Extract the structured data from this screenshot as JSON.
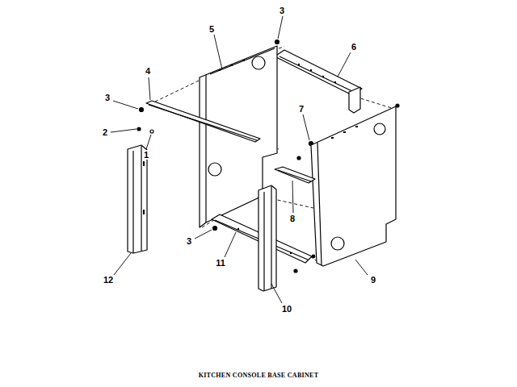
{
  "diagram": {
    "caption": "KITCHEN CONSOLE BASE CABINET",
    "labels": [
      "3",
      "5",
      "6",
      "4",
      "3",
      "7",
      "2",
      "1",
      "8",
      "3",
      "11",
      "9",
      "12",
      "10"
    ]
  }
}
